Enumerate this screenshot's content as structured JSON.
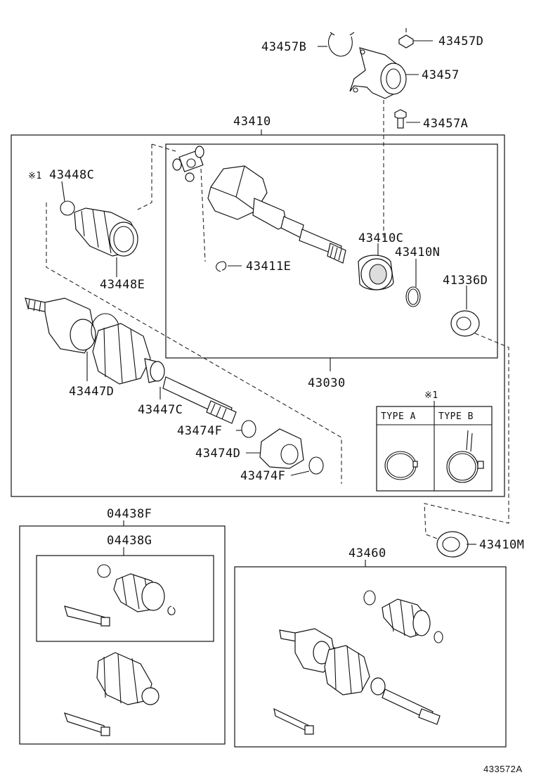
{
  "diagram": {
    "figure_id": "433572A",
    "note_mark": "※1",
    "types": {
      "a": "TYPE A",
      "b": "TYPE B"
    },
    "labels": {
      "p43457B": "43457B",
      "p43457D": "43457D",
      "p43457": "43457",
      "p43457A": "43457A",
      "p43410": "43410",
      "p43448C": "43448C",
      "p43448E": "43448E",
      "p43411E": "43411E",
      "p43410C": "43410C",
      "p43410N": "43410N",
      "p41336D": "41336D",
      "p43447D": "43447D",
      "p43030": "43030",
      "p43447C": "43447C",
      "p43474F_a": "43474F",
      "p43474D": "43474D",
      "p43474F_b": "43474F",
      "p04438F": "04438F",
      "p04438G": "04438G",
      "p43460": "43460",
      "p43410M": "43410M"
    }
  }
}
